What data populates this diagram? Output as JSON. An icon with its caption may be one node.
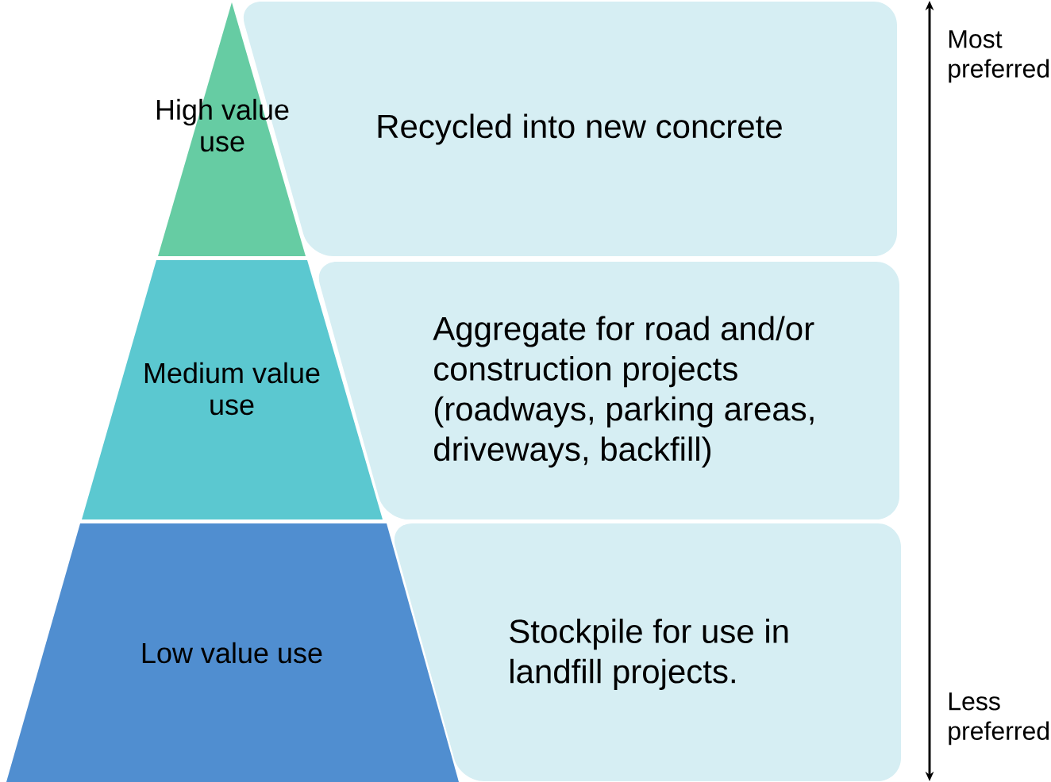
{
  "diagram": {
    "nodes": [
      {
        "text": [
          "High value use"
        ]
      },
      {
        "text": [
          "Recycled into new concrete"
        ]
      },
      {
        "text": [
          "Medium value use"
        ]
      },
      {
        "text": [
          "Aggregate for road and/or construction projects (roadways, parking areas, driveways, backfill)"
        ]
      },
      {
        "text": [
          "Low value use"
        ]
      },
      {
        "text": [
          "Stockpile for use in landfill projects."
        ]
      }
    ],
    "labels": [
      "Most preferred",
      "Less preferred"
    ]
  }
}
